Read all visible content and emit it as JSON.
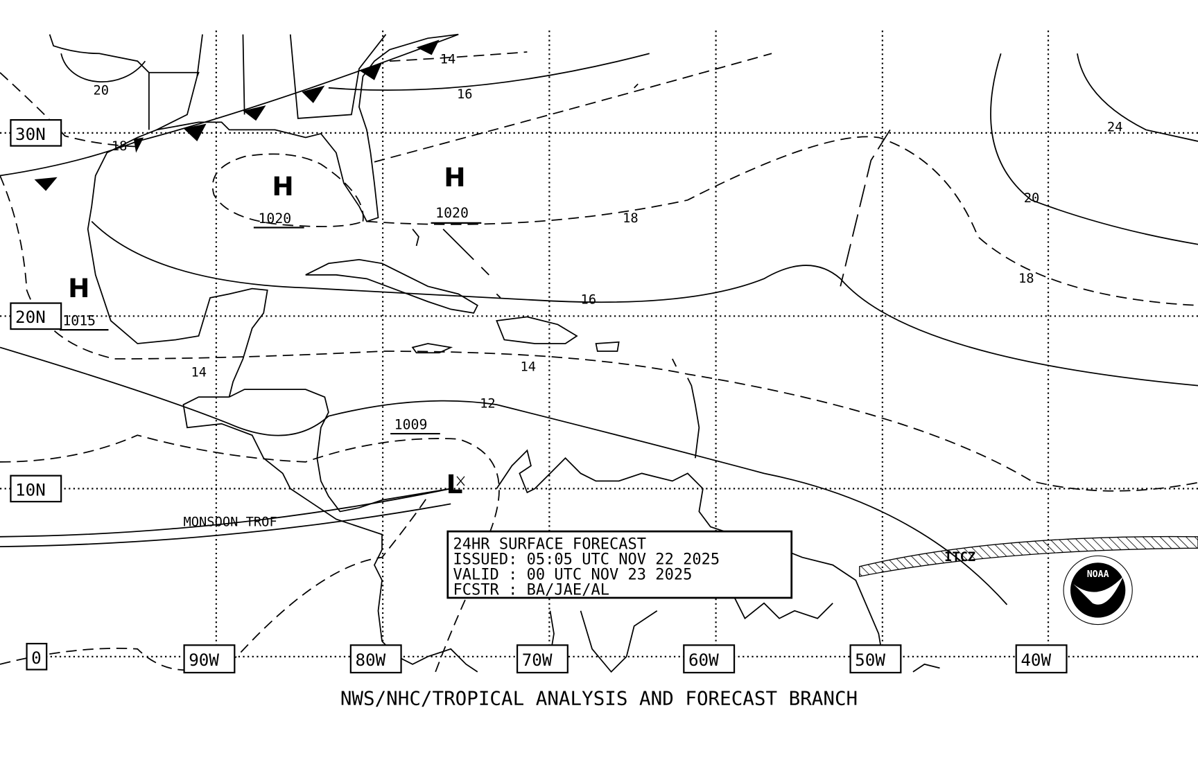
{
  "map": {
    "lat_labels": [
      "30N",
      "20N",
      "10N",
      "0"
    ],
    "lon_labels": [
      "90W",
      "80W",
      "70W",
      "60W",
      "50W",
      "40W"
    ],
    "isobar_labels": {
      "nw20": "20",
      "top14": "14",
      "top16": "16",
      "left18": "18",
      "mid18": "18",
      "right18": "18",
      "right24": "24",
      "right20": "20",
      "mid16": "16",
      "mid14": "14",
      "left14": "14",
      "mid12": "12"
    },
    "pressure_centers": [
      {
        "type": "H",
        "value": "1020"
      },
      {
        "type": "H",
        "value": "1020"
      },
      {
        "type": "H",
        "value": "1015"
      },
      {
        "type": "L",
        "value": "1009"
      }
    ],
    "features": {
      "monsoon": "MONSOON TROF",
      "itcz": "ITCZ"
    }
  },
  "info_box": {
    "line1": "24HR SURFACE FORECAST",
    "line2": "ISSUED: 05:05 UTC NOV 22 2025",
    "line3": "VALID : 00 UTC NOV 23 2025",
    "line4": "FCSTR : BA/JAE/AL"
  },
  "logo": {
    "text": "NOAA"
  },
  "footer": "NWS/NHC/TROPICAL ANALYSIS AND FORECAST BRANCH"
}
